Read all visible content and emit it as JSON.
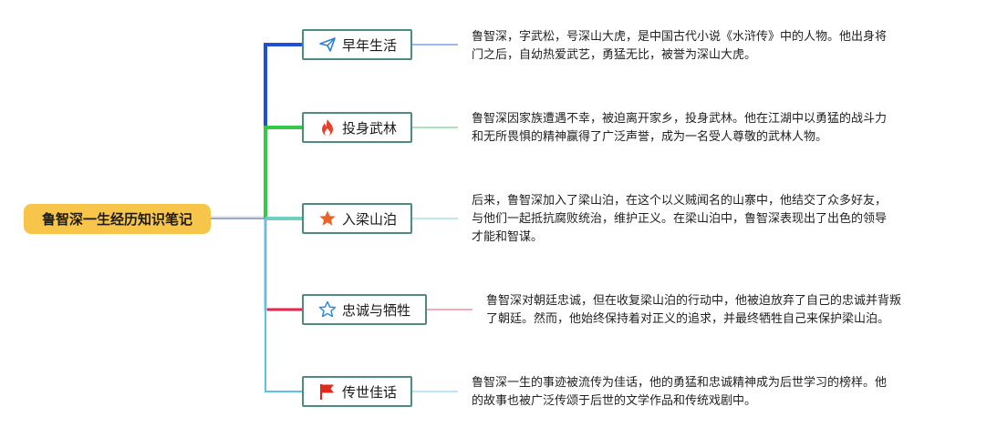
{
  "root": {
    "title": "鲁智深一生经历知识笔记"
  },
  "colors": {
    "root_fill": "#f7c54a",
    "topic_border": "#4f8a80",
    "branch_1": "#1f4fd6",
    "branch_2": "#35c94a",
    "branch_3": "#6fcfc0",
    "branch_4": "#e8254a",
    "branch_5": "#5bc3e8"
  },
  "topics": [
    {
      "label": "早年生活",
      "icon": "paper-plane-icon",
      "note": "鲁智深，字武松，号深山大虎，是中国古代小说《水浒传》中的人物。他出身将\n门之后，自幼热爱武艺，勇猛无比，被誉为深山大虎。"
    },
    {
      "label": "投身武林",
      "icon": "fire-icon",
      "note": "鲁智深因家族遭遇不幸，被迫离开家乡，投身武林。他在江湖中以勇猛的战斗力\n和无所畏惧的精神赢得了广泛声誉，成为一名受人尊敬的武林人物。"
    },
    {
      "label": "入梁山泊",
      "icon": "star-filled-icon",
      "note": "后来，鲁智深加入了梁山泊，在这个以义贼闻名的山寨中，他结交了众多好友，\n与他们一起抵抗腐败统治，维护正义。在梁山泊中，鲁智深表现出了出色的领导\n才能和智谋。"
    },
    {
      "label": "忠诚与牺牲",
      "icon": "star-outline-icon",
      "note": "鲁智深对朝廷忠诚，但在收复梁山泊的行动中，他被迫放弃了自己的忠诚并背叛\n了朝廷。然而，他始终保持着对正义的追求，并最终牺牲自己来保护梁山泊。"
    },
    {
      "label": "传世佳话",
      "icon": "flag-icon",
      "note": "鲁智深一生的事迹被流传为佳话，他的勇猛和忠诚精神成为后世学习的榜样。他\n的故事也被广泛传颂于后世的文学作品和传统戏剧中。"
    }
  ]
}
